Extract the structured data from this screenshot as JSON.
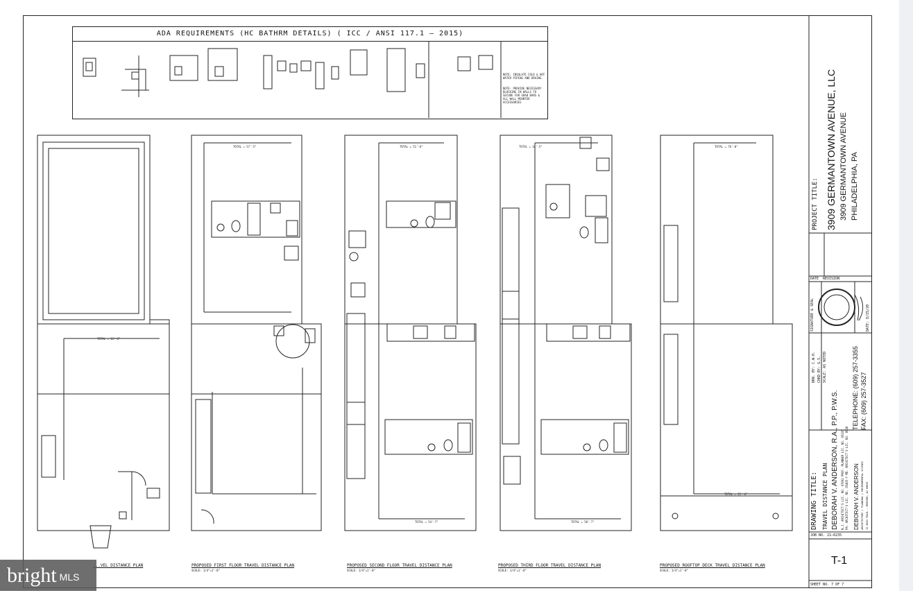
{
  "ada": {
    "title": "ADA REQUIREMENTS  (HC BATHRM DETAILS)  ( ICC / ANSI 117.1 – 2015)",
    "notes": [
      "NOTE: INSULATE COLD & HOT WATER PIPING AND DRAINS.",
      "NOTE: PROVIDE NECESSARY BLOCKING IN WALLS TO SECURE FOR GRAB BARS & ALL WALL MOUNTED ACCESSORIES"
    ]
  },
  "plans": [
    {
      "caption": "...VEL DISTANCE PLAN",
      "scale": ""
    },
    {
      "caption": "PROPOSED FIRST FLOOR TRAVEL DISTANCE PLAN",
      "scale": "SCALE: 1/4\"=1'-0\""
    },
    {
      "caption": "PROPOSED SECOND FLOOR TRAVEL DISTANCE PLAN",
      "scale": "SCALE: 1/4\"=1'-0\""
    },
    {
      "caption": "PROPOSED THIRD FLOOR TRAVEL DISTANCE PLAN",
      "scale": "SCALE: 1/4\"=1'-0\""
    },
    {
      "caption": "PROPOSED ROOFTOP DECK TRAVEL DISTANCE PLAN",
      "scale": "SCALE: 1/4\"=1'-0\""
    }
  ],
  "dims": {
    "basement_total": "TOTAL = 11'-2\"",
    "first_total": "TOTAL = 57'-5\"",
    "second_total_top": "TOTAL = 51'-6\"",
    "second_total_bottom": "TOTAL = 54'-7\"",
    "third_total_top": "TOTAL = 34'-5\"",
    "third_total_bottom": "TOTAL = 50'-7\"",
    "roof_total_top": "TOTAL = 76'-0\"",
    "roof_total_bottom": "TOTAL = 21'-6\""
  },
  "title_block": {
    "project_title_label": "PROJECT TITLE:",
    "project_name": "3909 GERMANTOWN AVENUE, LLC",
    "project_address1": "3909 GERMANTOWN AVENUE",
    "project_address2": "PHILADELPHIA, PA",
    "date_label": "DATE",
    "revision_label": "REVISION",
    "signature_label": "SIGNATURE & SEAL",
    "date_value": "DATE: 8/25/20",
    "drn_by": "DRN. BY: C.W.H.",
    "chkd_by": "CHKD BY: G.S.",
    "scale": "SCALE: AS NOTED",
    "drawing_title_label": "DRAWING TITLE:",
    "drawing_title": "TRAVEL DISTANCE PLAN",
    "architect": "DEBORAH V. ANDERSON, R.A., P.P., P.W.S.",
    "architect_lic1": "N.J. ARCHITECT'S LIC. NO. 07892   PROF. PLANNER LIC. NO. 05335",
    "architect_lic2": "PA. ARCHITECT'S LIC. NO. 05405-Y   MD. ARCHITECT'S LIC. NO. 8638",
    "telephone": "TELEPHONE: (609) 257-3355",
    "fax": "FAX: (609) 257-3527",
    "firm": "DEBORAH V. ANDERSON",
    "firm_sub": "ARCHITECTURE / PLANNING / ENVIRONMENTAL SCIENCE",
    "firm_addr": "13 OHIO TRAIL – MEDFORD, NJ 08055",
    "job_no": "JOB NO. 21–0235",
    "sheet_id": "T-1",
    "sheet_no": "SHEET NO.  7  OF  7"
  },
  "watermark": {
    "brand": "bright",
    "suffix": "MLS"
  }
}
